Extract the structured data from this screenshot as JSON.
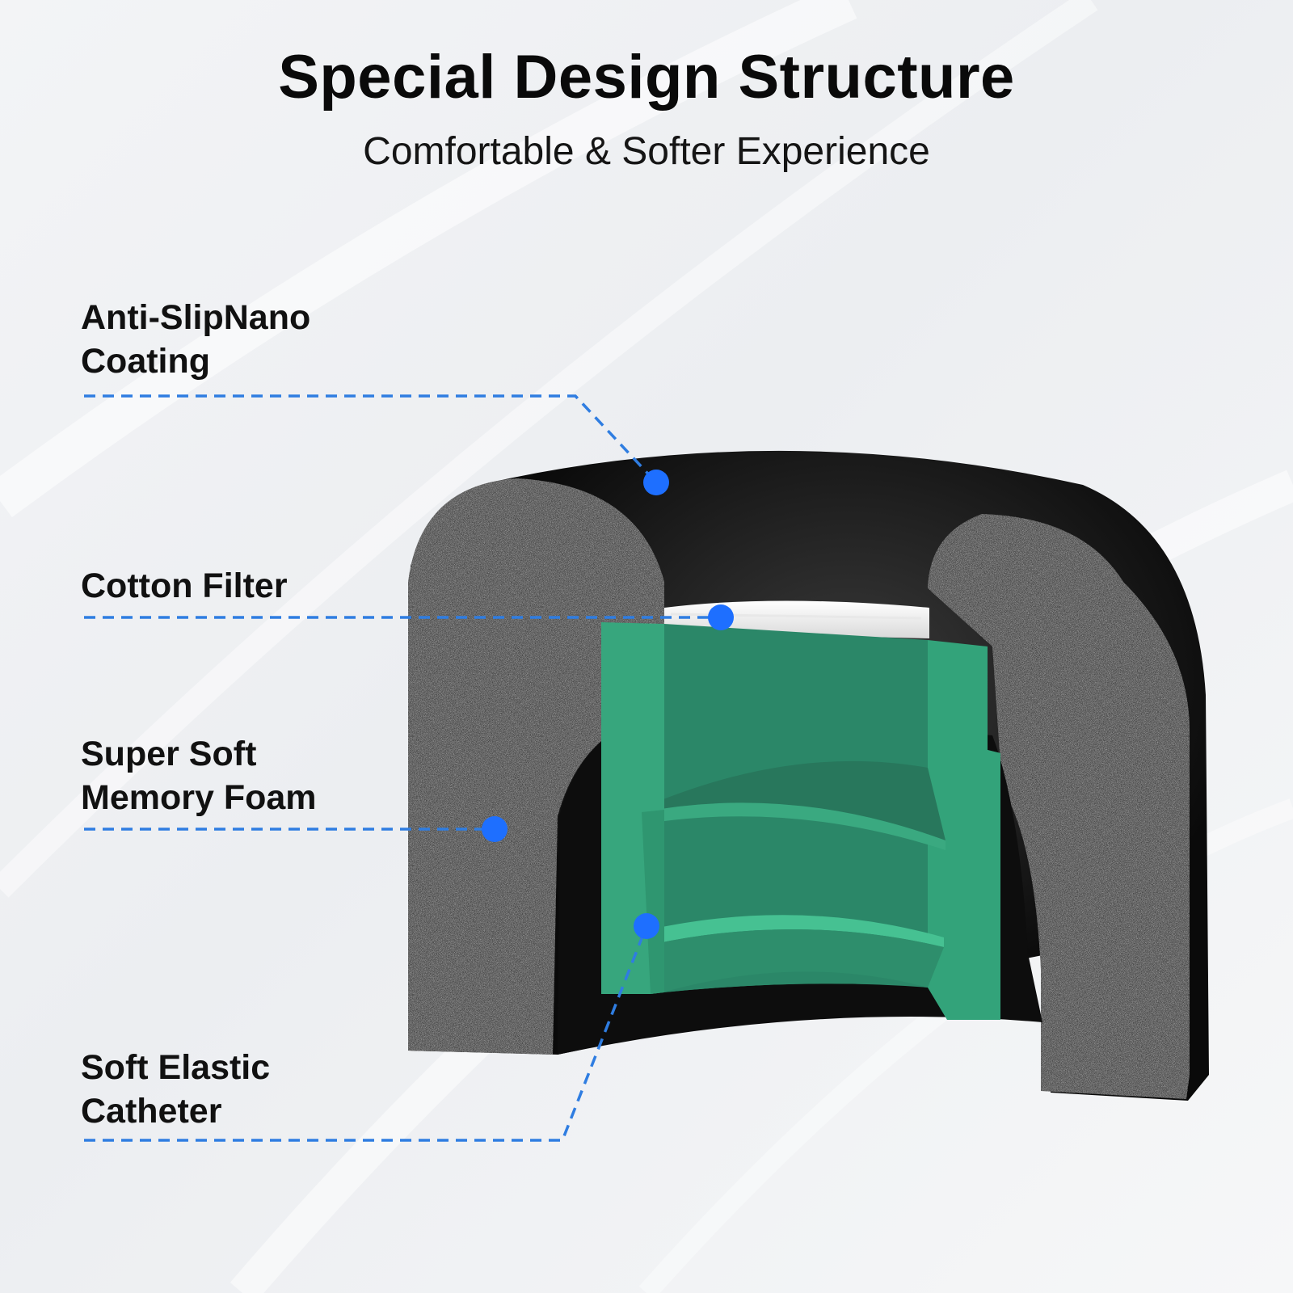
{
  "header": {
    "title": "Special Design Structure",
    "subtitle": "Comfortable & Softer Experience"
  },
  "callouts": [
    {
      "id": "anti-slip",
      "line1": "Anti-SlipNano",
      "line2": "Coating"
    },
    {
      "id": "cotton-filter",
      "line1": "Cotton Filter",
      "line2": ""
    },
    {
      "id": "memory-foam",
      "line1": "Super Soft",
      "line2": "Memory Foam"
    },
    {
      "id": "catheter",
      "line1": "Soft Elastic",
      "line2": "Catheter"
    }
  ],
  "colors": {
    "accent_dot": "#1e6fff",
    "leader_line": "#2f7de1",
    "coating": "#0b0b0b",
    "foam": "#4a4a4a",
    "catheter": "#2e8b6a",
    "filter": "#f2f2f2"
  }
}
